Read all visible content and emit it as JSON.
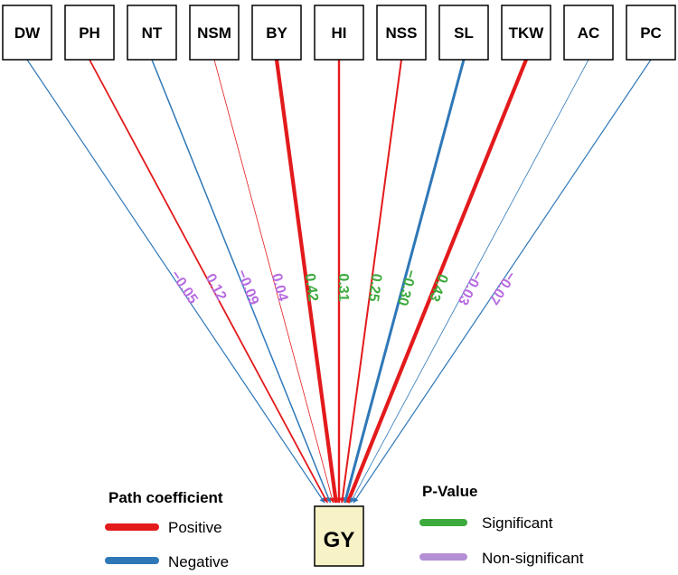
{
  "variables": [
    {
      "label": "DW",
      "coef": "−0.05",
      "sign": "negative",
      "significant": false,
      "weight": 1.2
    },
    {
      "label": "PH",
      "coef": "0.12",
      "sign": "positive",
      "significant": false,
      "weight": 1.8
    },
    {
      "label": "NT",
      "coef": "−0.09",
      "sign": "negative",
      "significant": false,
      "weight": 1.5
    },
    {
      "label": "NSM",
      "coef": "0.04",
      "sign": "positive",
      "significant": false,
      "weight": 0.8
    },
    {
      "label": "BY",
      "coef": "0.42",
      "sign": "positive",
      "significant": true,
      "weight": 4.2
    },
    {
      "label": "HI",
      "coef": "0.31",
      "sign": "positive",
      "significant": true,
      "weight": 2.4
    },
    {
      "label": "NSS",
      "coef": "0.25",
      "sign": "positive",
      "significant": true,
      "weight": 2.0
    },
    {
      "label": "SL",
      "coef": "−0.30",
      "sign": "negative",
      "significant": true,
      "weight": 3.0
    },
    {
      "label": "TKW",
      "coef": "0.43",
      "sign": "positive",
      "significant": true,
      "weight": 4.2
    },
    {
      "label": "AC",
      "coef": "−0.03",
      "sign": "negative",
      "significant": false,
      "weight": 0.8
    },
    {
      "label": "PC",
      "coef": "−0.07",
      "sign": "negative",
      "significant": false,
      "weight": 1.2
    }
  ],
  "target": {
    "label": "GY"
  },
  "legend": {
    "path_title": "Path coefficient",
    "positive_label": "Positive",
    "negative_label": "Negative",
    "pvalue_title": "P-Value",
    "significant_label": "Significant",
    "nonsignificant_label": "Non-significant"
  },
  "colors": {
    "positive": "#e31a1c",
    "negative": "#2e78b8",
    "significant": "#3daa3d",
    "nonsignificant": "#b76be0",
    "target_fill": "#f8f3c6"
  }
}
